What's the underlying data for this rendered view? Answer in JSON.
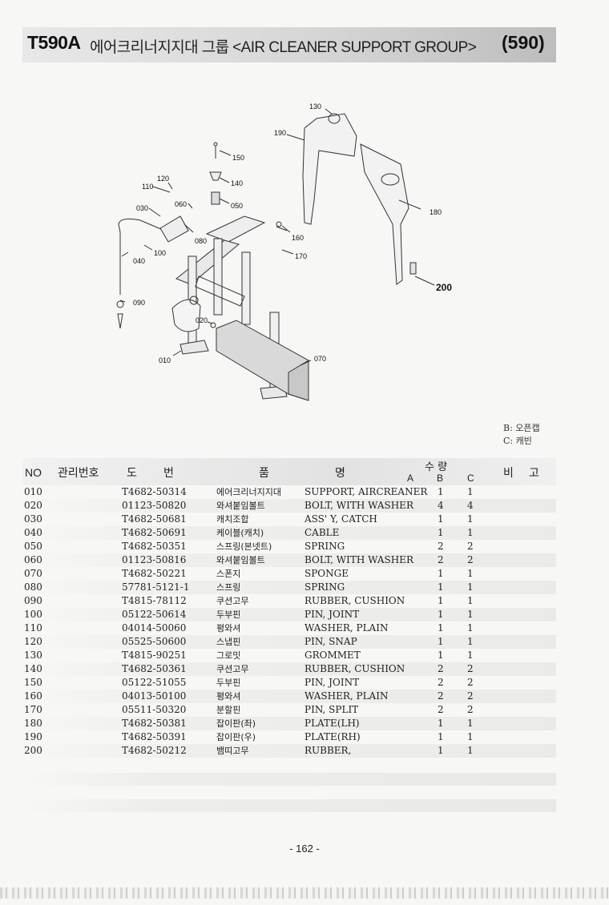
{
  "header": {
    "model": "T590A",
    "title": "에어크리너지지대 그룹 <AIR CLEANER SUPPORT GROUP>",
    "group_code": "(590)"
  },
  "diagram": {
    "callouts": [
      "130",
      "190",
      "150",
      "140",
      "120",
      "110",
      "060",
      "050",
      "030",
      "080",
      "160",
      "180",
      "100",
      "170",
      "040",
      "200",
      "090",
      "020",
      "010",
      "070"
    ]
  },
  "legend": {
    "b": "B: 오픈캡",
    "c": "C: 캐빈"
  },
  "table": {
    "headers": {
      "no": "NO",
      "mgmt_no": "관리번호",
      "drawing_1": "도",
      "drawing_2": "번",
      "name_1": "품",
      "name_2": "명",
      "qty": "수 량",
      "qty_a": "A",
      "qty_b": "B",
      "qty_c": "C",
      "remarks_1": "비",
      "remarks_2": "고"
    },
    "rows": [
      {
        "no": "010",
        "part_no": "T4682-50314",
        "name_kr": "에어크리너지지대",
        "name_en": "SUPPORT, AIRCREANER",
        "b": "1",
        "c": "1"
      },
      {
        "no": "020",
        "part_no": "01123-50820",
        "name_kr": "와셔붙임볼트",
        "name_en": "BOLT, WITH WASHER",
        "b": "4",
        "c": "4"
      },
      {
        "no": "030",
        "part_no": "T4682-50681",
        "name_kr": "캐치조합",
        "name_en": "ASS' Y, CATCH",
        "b": "1",
        "c": "1"
      },
      {
        "no": "040",
        "part_no": "T4682-50691",
        "name_kr": "케이블(캐치)",
        "name_en": "CABLE",
        "b": "1",
        "c": "1"
      },
      {
        "no": "050",
        "part_no": "T4682-50351",
        "name_kr": "스프링(본넷트)",
        "name_en": "SPRING",
        "b": "2",
        "c": "2"
      },
      {
        "no": "060",
        "part_no": "01123-50816",
        "name_kr": "와셔붙임볼트",
        "name_en": "BOLT, WITH WASHER",
        "b": "2",
        "c": "2"
      },
      {
        "no": "070",
        "part_no": "T4682-50221",
        "name_kr": "스폰지",
        "name_en": "SPONGE",
        "b": "1",
        "c": "1"
      },
      {
        "no": "080",
        "part_no": "57781-5121-1",
        "name_kr": "스프링",
        "name_en": "SPRING",
        "b": "1",
        "c": "1"
      },
      {
        "no": "090",
        "part_no": "T4815-78112",
        "name_kr": "쿠션고무",
        "name_en": "RUBBER, CUSHION",
        "b": "1",
        "c": "1"
      },
      {
        "no": "100",
        "part_no": "05122-50614",
        "name_kr": "두부핀",
        "name_en": "PIN, JOINT",
        "b": "1",
        "c": "1"
      },
      {
        "no": "110",
        "part_no": "04014-50060",
        "name_kr": "평와셔",
        "name_en": "WASHER, PLAIN",
        "b": "1",
        "c": "1"
      },
      {
        "no": "120",
        "part_no": "05525-50600",
        "name_kr": "스냅핀",
        "name_en": "PIN, SNAP",
        "b": "1",
        "c": "1"
      },
      {
        "no": "130",
        "part_no": "T4815-90251",
        "name_kr": "그로밋",
        "name_en": "GROMMET",
        "b": "1",
        "c": "1"
      },
      {
        "no": "140",
        "part_no": "T4682-50361",
        "name_kr": "쿠션고무",
        "name_en": "RUBBER, CUSHION",
        "b": "2",
        "c": "2"
      },
      {
        "no": "150",
        "part_no": "05122-51055",
        "name_kr": "두부핀",
        "name_en": "PIN, JOINT",
        "b": "2",
        "c": "2"
      },
      {
        "no": "160",
        "part_no": "04013-50100",
        "name_kr": "평와셔",
        "name_en": "WASHER, PLAIN",
        "b": "2",
        "c": "2"
      },
      {
        "no": "170",
        "part_no": "05511-50320",
        "name_kr": "분할핀",
        "name_en": "PIN, SPLIT",
        "b": "2",
        "c": "2"
      },
      {
        "no": "180",
        "part_no": "T4682-50381",
        "name_kr": "잡이판(좌)",
        "name_en": "PLATE(LH)",
        "b": "1",
        "c": "1"
      },
      {
        "no": "190",
        "part_no": "T4682-50391",
        "name_kr": "잡이판(우)",
        "name_en": "PLATE(RH)",
        "b": "1",
        "c": "1"
      },
      {
        "no": "200",
        "part_no": "T4682-50212",
        "name_kr": "뱀띠고무",
        "name_en": "RUBBER,",
        "b": "1",
        "c": "1"
      }
    ]
  },
  "footer": {
    "page_number": "- 162 -"
  }
}
